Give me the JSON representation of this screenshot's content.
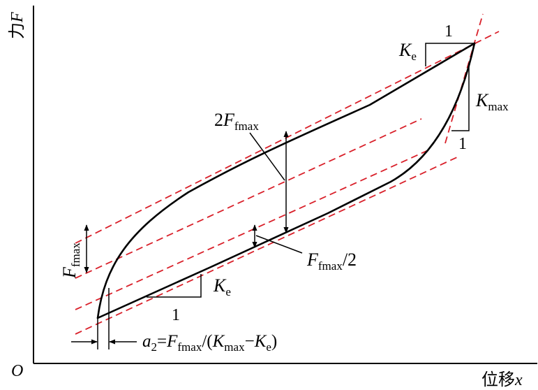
{
  "axes": {
    "y_label": {
      "cjk": "力",
      "symbol": "F"
    },
    "x_label": {
      "cjk": "位移",
      "symbol": "x"
    },
    "origin": "O"
  },
  "labels": {
    "ke_top": {
      "main": "K",
      "sub": "e"
    },
    "one_top": "1",
    "kmax": {
      "main": "K",
      "sub": "max"
    },
    "one_right": "1",
    "two_ffmax": {
      "prefix": "2",
      "main": "F",
      "sub": "fmax"
    },
    "ffmax_left": {
      "main": "F",
      "sub": "fmax"
    },
    "ffmax_half": {
      "main": "F",
      "sub": "fmax",
      "suffix": "/2"
    },
    "ke_bottom": {
      "main": "K",
      "sub": "e"
    },
    "one_bottom": "1",
    "a2_formula": {
      "a": "a",
      "a_sub": "2",
      "eq": "=",
      "F": "F",
      "F_sub": "fmax",
      "open": "/(",
      "K1": "K",
      "K1_sub": "max",
      "minus": "−",
      "K2": "K",
      "K2_sub": "e",
      "close": ")"
    }
  },
  "colors": {
    "curve": "#000000",
    "dashed_guides": "#d9202a",
    "axis": "#000000"
  }
}
